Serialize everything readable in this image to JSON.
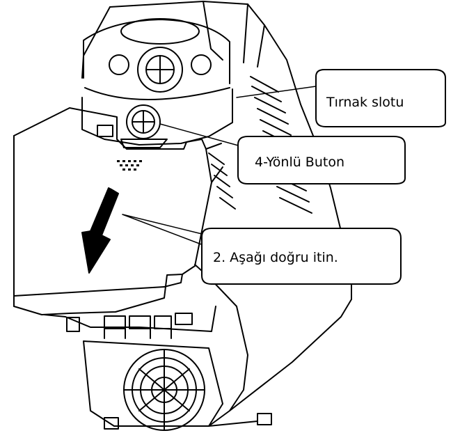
{
  "diagram": {
    "callouts": {
      "tab_slot": "Tırnak slotu",
      "four_way_button": "4-Yönlü Buton",
      "push_down": "2. Aşağı doğru itin."
    },
    "colors": {
      "line": "#000000",
      "background": "#ffffff"
    }
  }
}
